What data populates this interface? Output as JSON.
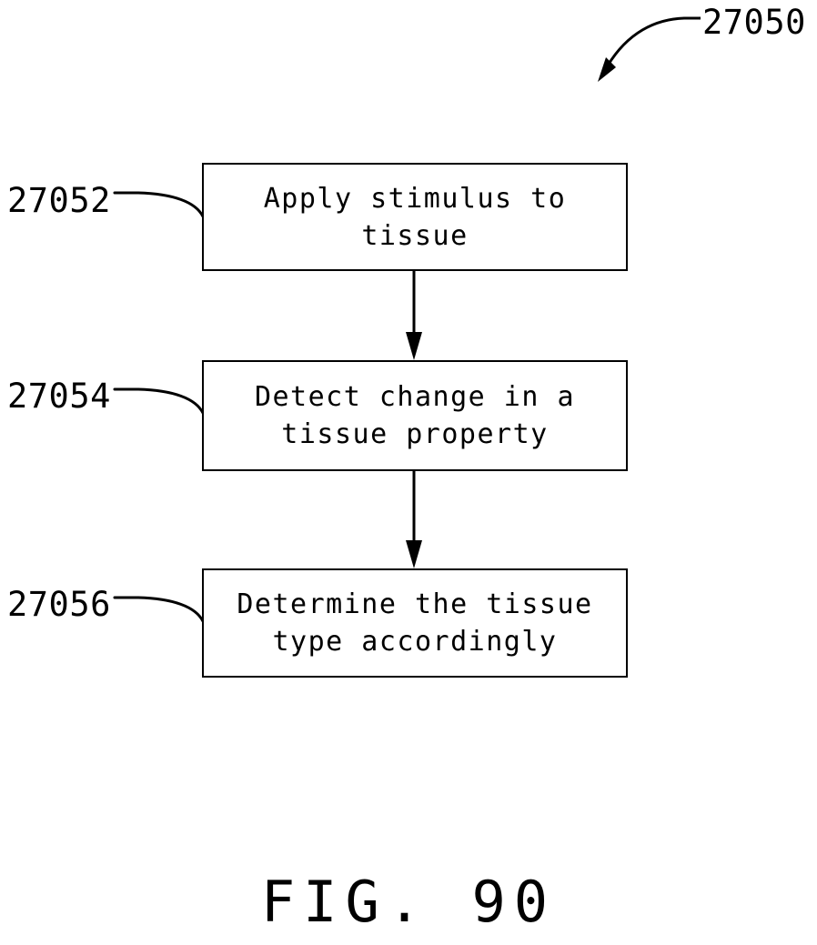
{
  "figure": {
    "caption": "FIG. 90",
    "assembly_ref": "27050",
    "type": "flowchart",
    "background_color": "#ffffff",
    "line_color": "#000000"
  },
  "steps": [
    {
      "ref": "27052",
      "text": "Apply stimulus to\ntissue",
      "line1": "Apply stimulus to",
      "line2": "tissue"
    },
    {
      "ref": "27054",
      "text": "Detect change in a\ntissue property",
      "line1": "Detect change in a",
      "line2": "tissue property"
    },
    {
      "ref": "27056",
      "text": "Determine the tissue\ntype accordingly",
      "line1": "Determine the tissue",
      "line2": "type accordingly"
    }
  ],
  "connectors": [
    {
      "from": "27052",
      "to": "27054",
      "style": "arrow-down"
    },
    {
      "from": "27054",
      "to": "27056",
      "style": "arrow-down"
    }
  ]
}
